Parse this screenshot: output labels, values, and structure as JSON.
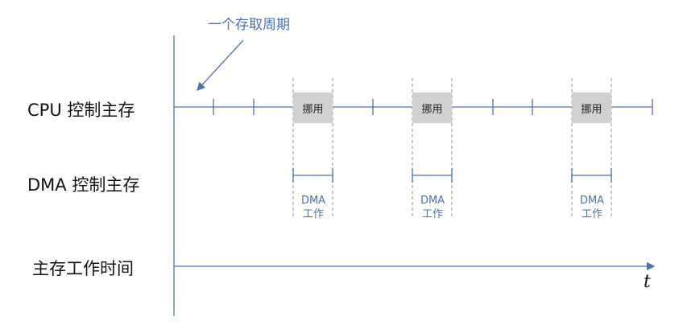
{
  "annotation": "一个存取周期",
  "rows": {
    "cpu": "CPU 控制主存",
    "dma": "DMA 控制主存",
    "mem": "主存工作时间"
  },
  "occupy_label": "挪用",
  "dma_work": {
    "line1": "DMA",
    "line2": "工作"
  },
  "axis_label": "t",
  "colors": {
    "line": "#4a72b0",
    "box": "#d0d0d0",
    "dash": "#aaaaaa"
  }
}
